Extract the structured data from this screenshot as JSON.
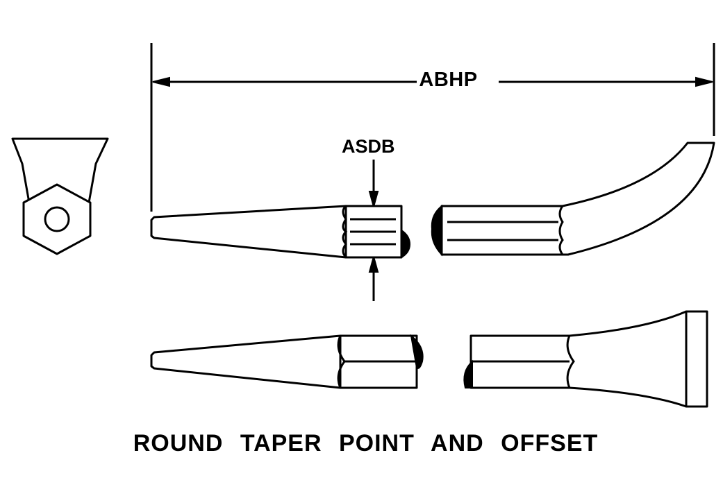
{
  "dimensions": {
    "overall_length_label": "ABHP",
    "shank_width_label": "ASDB"
  },
  "caption": "ROUND TAPER POINT AND OFFSET"
}
